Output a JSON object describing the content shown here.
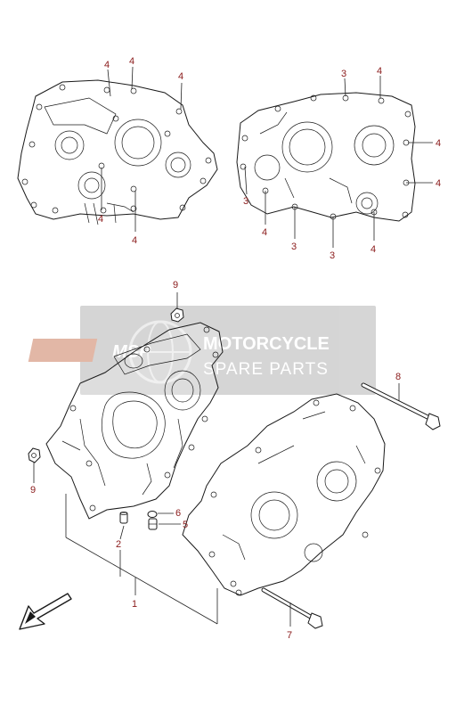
{
  "watermark": {
    "brand_badge": "MSP",
    "line1": "MOTORCYCLE",
    "line2": "SPARE PARTS",
    "box_color": "#c8c8c8",
    "badge_color": "#d9a089"
  },
  "callouts": {
    "c1": "1",
    "c2": "2",
    "c3a": "3",
    "c3b": "3",
    "c3c": "3",
    "c3d": "3",
    "c4a": "4",
    "c4b": "4",
    "c4c": "4",
    "c4d": "4",
    "c4e": "4",
    "c4f": "4",
    "c4g": "4",
    "c4h": "4",
    "c4i": "4",
    "c4j": "4",
    "c5": "5",
    "c6": "6",
    "c7": "7",
    "c8": "8",
    "c9a": "9",
    "c9b": "9"
  },
  "colors": {
    "callout": "#8a1a1a",
    "line": "#222222"
  },
  "icons": {
    "direction_arrow": "front-direction-arrow-icon"
  }
}
